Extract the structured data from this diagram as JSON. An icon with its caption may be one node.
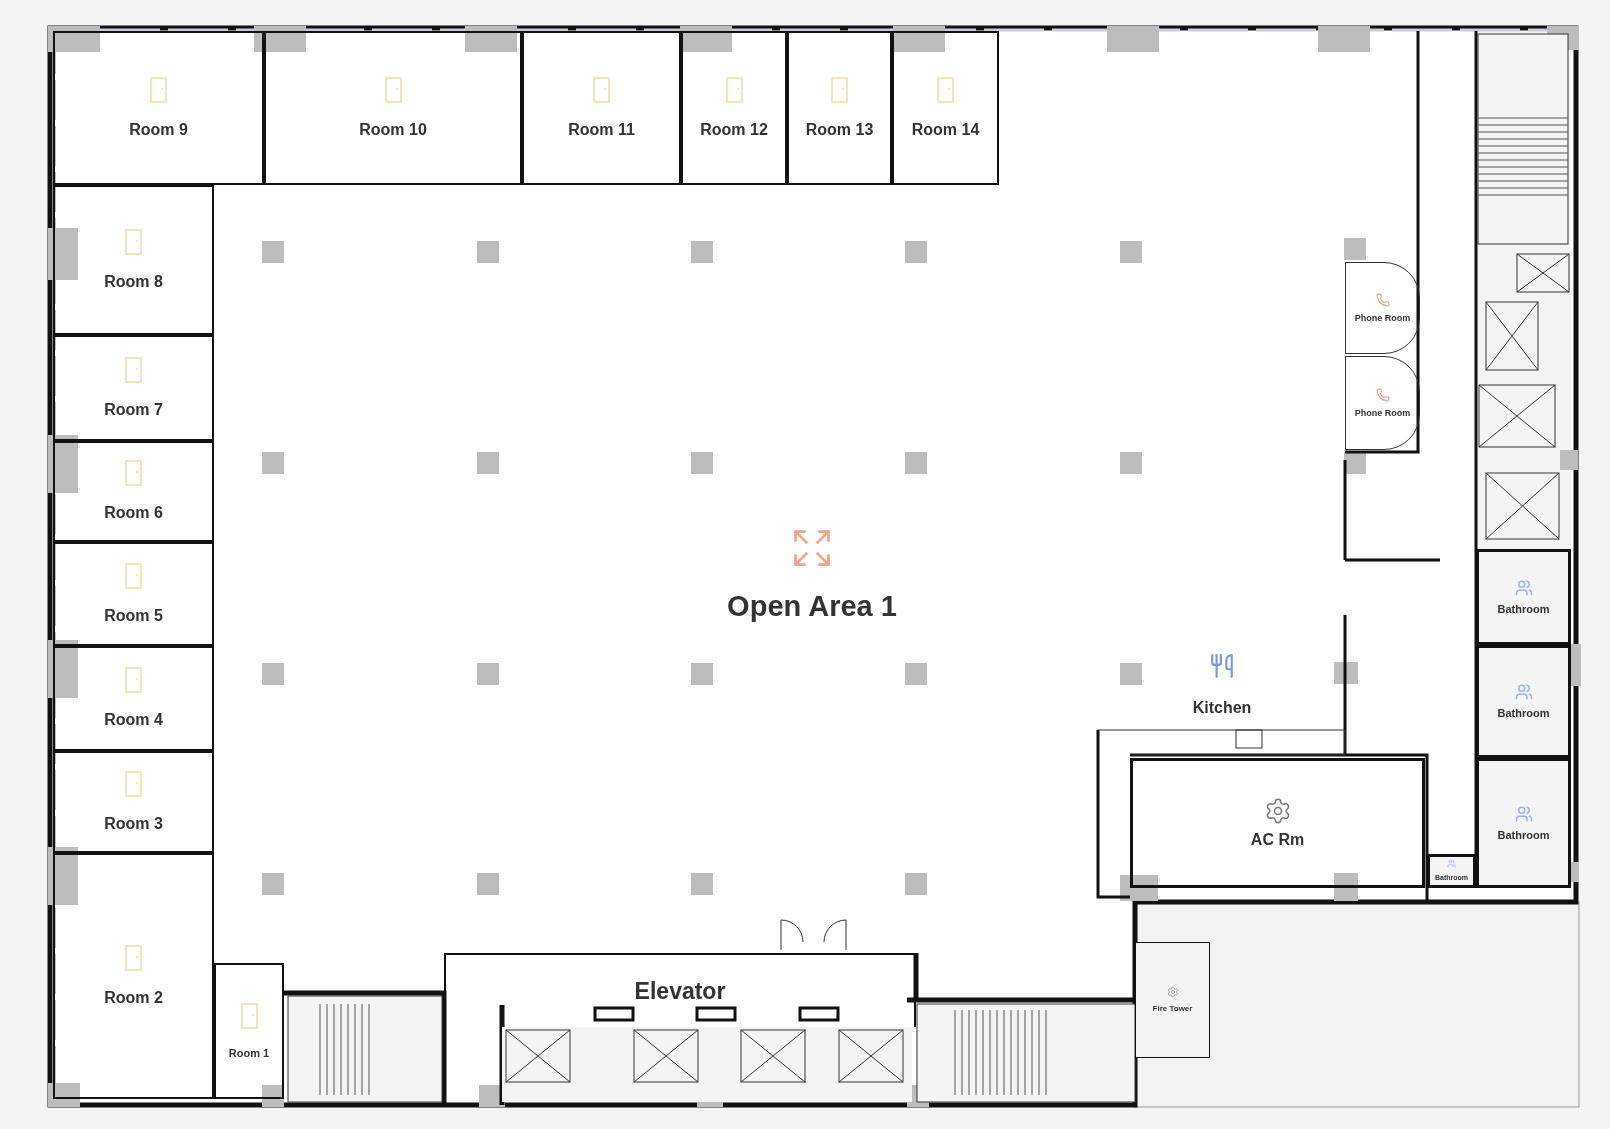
{
  "diagram": {
    "nodes": [
      {
        "text": [
          "Room 9"
        ]
      },
      {
        "text": [
          "Room 10"
        ]
      },
      {
        "text": [
          "Room 11"
        ]
      },
      {
        "text": [
          "Room 12"
        ]
      },
      {
        "text": [
          "Room 13"
        ]
      },
      {
        "text": [
          "Room 14"
        ]
      },
      {
        "text": [
          "Room 8"
        ]
      },
      {
        "text": [
          "Phone Room"
        ]
      },
      {
        "text": [
          "Room 7"
        ]
      },
      {
        "text": [
          "Phone Room"
        ]
      },
      {
        "text": [
          "Room 6"
        ]
      },
      {
        "text": [
          "Open Area 1"
        ]
      },
      {
        "text": [
          "Room 5"
        ]
      },
      {
        "text": [
          "Bathroom"
        ]
      },
      {
        "text": [
          "Kitchen"
        ]
      },
      {
        "text": [
          "Room 4"
        ]
      },
      {
        "text": [
          "Bathroom"
        ]
      },
      {
        "text": [
          "AC Rm"
        ]
      },
      {
        "text": [
          "Room 3"
        ]
      },
      {
        "text": [
          "Bathroom"
        ]
      },
      {
        "text": [
          "Bathroom"
        ]
      },
      {
        "text": [
          "Elevator"
        ]
      },
      {
        "text": [
          "Fire Tower"
        ]
      },
      {
        "text": [
          "Room 2"
        ]
      },
      {
        "text": [
          "Room 1"
        ]
      }
    ]
  }
}
